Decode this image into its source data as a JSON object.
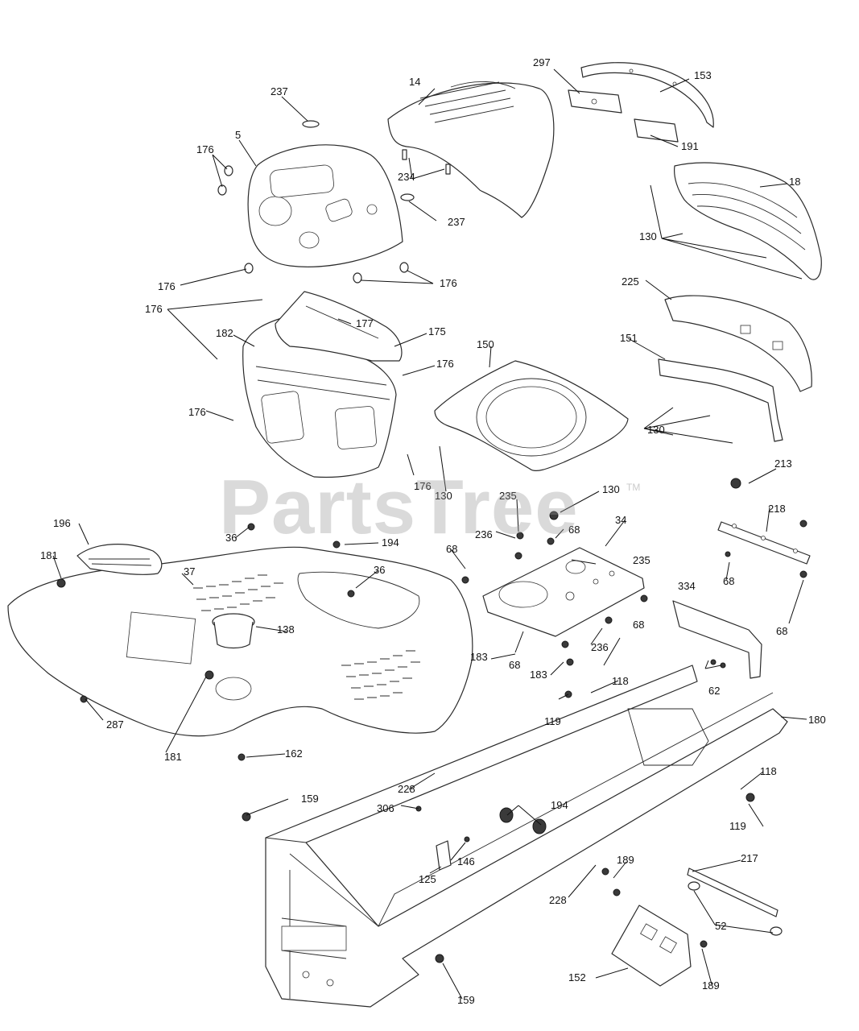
{
  "watermark": {
    "text": "PartsTree",
    "trademark": "TM"
  },
  "callouts": [
    "297",
    "14",
    "153",
    "237",
    "5",
    "176",
    "234",
    "191",
    "18",
    "237",
    "130",
    "176",
    "176",
    "225",
    "176",
    "177",
    "175",
    "182",
    "150",
    "151",
    "176",
    "176",
    "130",
    "176",
    "130",
    "213",
    "130",
    "235",
    "34",
    "218",
    "196",
    "36",
    "194",
    "236",
    "68",
    "181",
    "68",
    "235",
    "37",
    "36",
    "68",
    "138",
    "68",
    "236",
    "68",
    "334",
    "183",
    "68",
    "183",
    "62",
    "118",
    "119",
    "180",
    "287",
    "181",
    "162",
    "228",
    "194",
    "159",
    "306",
    "118",
    "119",
    "146",
    "125",
    "217",
    "189",
    "228",
    "52",
    "152",
    "189",
    "159"
  ]
}
